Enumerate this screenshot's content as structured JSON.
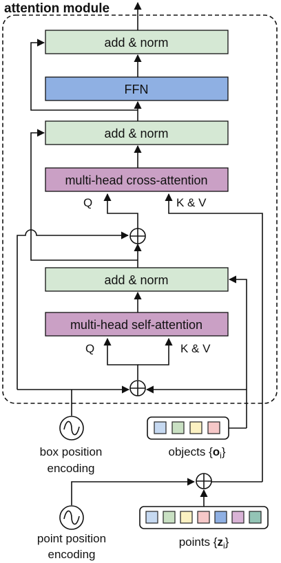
{
  "title": "attention module",
  "blocks": {
    "add_norm_top": "add & norm",
    "ffn": "FFN",
    "add_norm_mid": "add & norm",
    "cross_attention": "multi-head cross-attention",
    "add_norm_low": "add & norm",
    "self_attention": "multi-head  self-attention"
  },
  "labels": {
    "cross_q": "Q",
    "cross_kv": "K & V",
    "self_q": "Q",
    "self_kv": "K & V"
  },
  "inputs": {
    "box_position_encoding": [
      "box position",
      "encoding"
    ],
    "point_position_encoding": [
      "point position",
      "encoding"
    ],
    "objects_prefix": "objects {",
    "objects_symbol": "o",
    "objects_subscript": "i",
    "objects_suffix": "}",
    "points_prefix": "points {",
    "points_symbol": "z",
    "points_subscript": "i",
    "points_suffix": "}"
  },
  "colors": {
    "add_norm": "#d5e8d4",
    "ffn": "#8fb0e3",
    "attention": "#caa0c5",
    "token_palette": [
      "#c6d9f1",
      "#c9e0c3",
      "#fbf1c2",
      "#f6c8c8",
      "#8fb0e3",
      "#d9b3d6",
      "#93c4b5"
    ]
  },
  "object_tokens": [
    "#c6d9f1",
    "#c9e0c3",
    "#fbf1c2",
    "#f6c8c8"
  ],
  "point_tokens": [
    "#c6d9f1",
    "#c9e0c3",
    "#fbf1c2",
    "#f6c8c8",
    "#8fb0e3",
    "#d9b3d6",
    "#93c4b5"
  ]
}
